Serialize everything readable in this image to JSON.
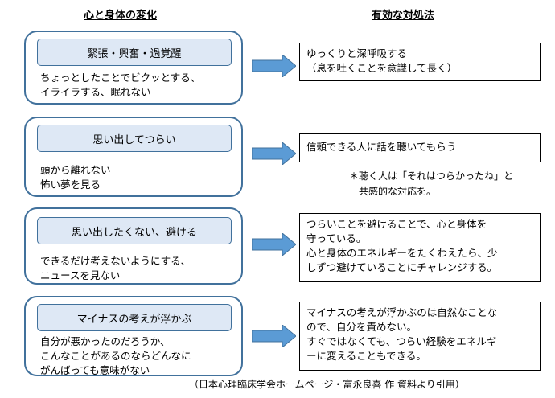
{
  "headers": {
    "left": "心と身体の変化",
    "right": "有効な対処法"
  },
  "rows": [
    {
      "label": "緊張・興奮・過覚醒",
      "description": "ちょっとしたことでビクッとする、\nイライラする、眠れない",
      "advice": "ゆっくりと深呼吸する\n（息を吐くことを意識して長く）"
    },
    {
      "label": "思い出してつらい",
      "description": "頭から離れない\n怖い夢を見る",
      "advice": "信頼できる人に話を聴いてもらう"
    },
    {
      "label": "思い出したくない、避ける",
      "description": "できるだけ考えないようにする、\nニュースを見ない",
      "advice": "つらいことを避けることで、心と身体を\n守っている。\n心と身体のエネルギーをたくわえたら、少\nしずつ避けていることにチャレンジする。"
    },
    {
      "label": "マイナスの考えが浮かぶ",
      "description": "自分が悪かったのだろうか、\nこんなことがあるのならどんなに\nがんばっても意味がない",
      "advice": "マイナスの考えが浮かぶのは自然なことな\nので、自分を責めない。\nすぐではなくても、つらい経験をエネルギ\nーに変えることもできる。"
    }
  ],
  "note": "＊聴く人は「それはつらかったね」と\n　共感的な対応を。",
  "citation": "（日本心理臨床学会ホームページ・富永良喜 作 資料より引用）",
  "colors": {
    "border_blue": "#41719c",
    "label_fill": "#dee8f5",
    "arrow_fill": "#5b9bd5"
  }
}
